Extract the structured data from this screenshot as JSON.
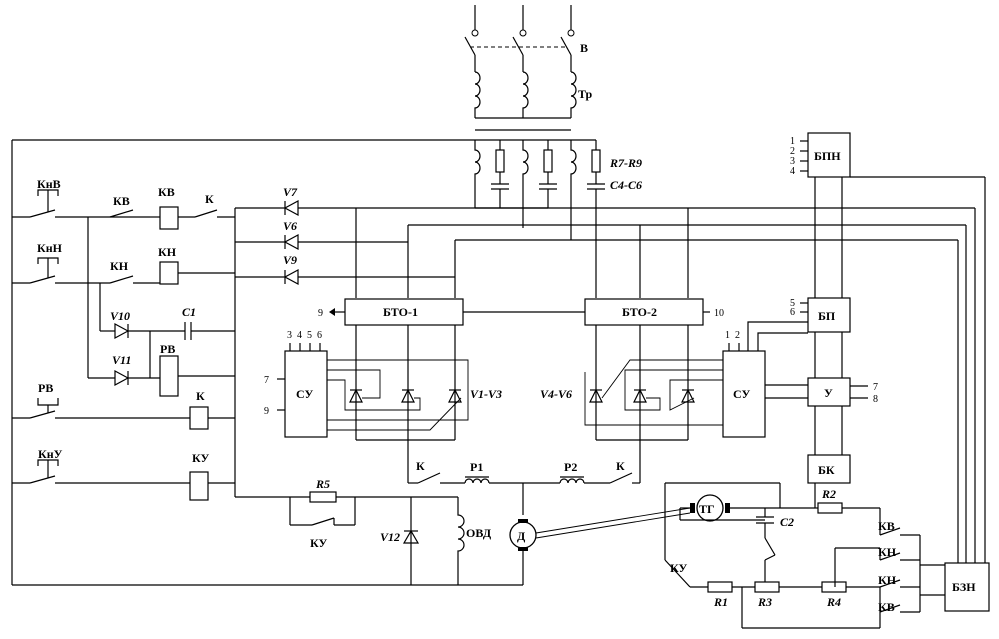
{
  "labels": {
    "switch_v": "В",
    "transformer": "Тр",
    "res_r7_r9": "R7-R9",
    "cap_c4_c6": "C4-C6",
    "knv": "КнВ",
    "knn": "КнН",
    "kv_contact": "КВ",
    "kv_coil": "КВ",
    "k_contact_top": "К",
    "kn_contact": "КН",
    "kn_coil": "КН",
    "v7": "V7",
    "v6": "V6",
    "v9": "V9",
    "v10": "V10",
    "v11": "V11",
    "c1": "C1",
    "rv_coil": "РВ",
    "rv_contact": "РВ",
    "k_coil": "К",
    "knu": "КнУ",
    "ku_coil": "КУ",
    "bto1": "БТО-1",
    "bto2": "БТО-2",
    "su_left": "СУ",
    "su_right": "СУ",
    "v1_v3": "V1-V3",
    "v4_v6": "V4-V6",
    "bpn": "БПН",
    "bp": "БП",
    "u_block": "У",
    "bk": "БК",
    "bzn": "БЗН",
    "k_left_bottom": "К",
    "k_right_bottom": "К",
    "p1": "Р1",
    "p2": "Р2",
    "r5": "R5",
    "ku_contact": "КУ",
    "v12": "V12",
    "ovd": "ОВД",
    "motor": "Д",
    "tg": "ТГ",
    "c2": "C2",
    "r2": "R2",
    "ku_contact_right": "КУ",
    "r1": "R1",
    "r3": "R3",
    "r4": "R4",
    "kv_right_top": "КВ",
    "kn_right_1": "КН",
    "kn_right_2": "КН",
    "kv_right_bottom": "КВ"
  },
  "pins": {
    "bpn": [
      "1",
      "2",
      "3",
      "4"
    ],
    "bp": [
      "5",
      "6"
    ],
    "bto1_out": "9",
    "bto2_out": "10",
    "su_left_top": [
      "3",
      "4",
      "5",
      "6"
    ],
    "su_left_in1": "7",
    "su_left_in2": "9",
    "su_right_top": [
      "1",
      "2"
    ],
    "u_out": [
      "7",
      "8"
    ]
  }
}
